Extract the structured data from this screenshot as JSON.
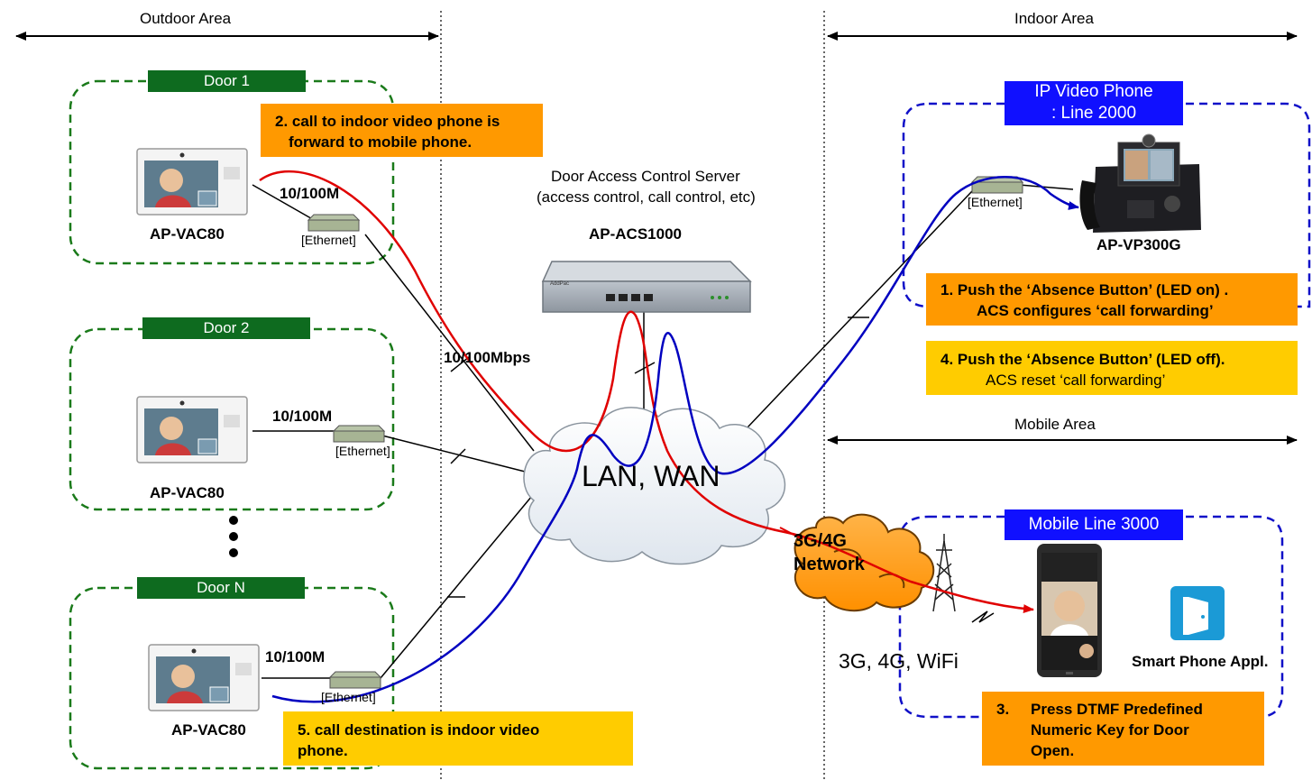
{
  "areas": {
    "outdoor": "Outdoor Area",
    "indoor": "Indoor Area",
    "mobile": "Mobile Area"
  },
  "doors": [
    {
      "label": "Door 1",
      "device": "AP-VAC80",
      "speed": "10/100M",
      "ethernet": "[Ethernet]"
    },
    {
      "label": "Door 2",
      "device": "AP-VAC80",
      "speed": "10/100M",
      "ethernet": "[Ethernet]"
    },
    {
      "label": "Door N",
      "device": "AP-VAC80",
      "speed": "10/100M",
      "ethernet": "[Ethernet]"
    }
  ],
  "network": {
    "cloud_label": "LAN, WAN",
    "uplink_speed": "10/100Mbps",
    "mobile_network": "3G/4G\nNetwork",
    "wireless_types": "3G, 4G, WiFi"
  },
  "server": {
    "title_line1": "Door Access Control Server",
    "title_line2": "(access control, call control, etc)",
    "model": "AP-ACS1000",
    "brand": "AddPac"
  },
  "indoor_phone": {
    "label_line1": "IP Video Phone",
    "label_line2": ": Line 2000",
    "model": "AP-VP300G",
    "ethernet": "[Ethernet]"
  },
  "mobile": {
    "label": "Mobile Line 3000",
    "app_label": "Smart Phone Appl."
  },
  "steps": {
    "step1_line1": "1. Push the ‘Absence Button’ (LED on) .",
    "step1_line2": "ACS configures ‘call forwarding’",
    "step2_line1": "2. call to indoor video phone is",
    "step2_line2": "forward to mobile phone.",
    "step3_num": "3.",
    "step3_line1": "Press DTMF Predefined",
    "step3_line2": "Numeric Key  for Door",
    "step3_line3": "Open.",
    "step4_line1": "4. Push the ‘Absence Button’ (LED off).",
    "step4_line2": "ACS reset ‘call forwarding’",
    "step5_line1": "5.  call destination is  indoor video",
    "step5_line2": "phone."
  },
  "colors": {
    "door_green": "#0e6b1f",
    "blue_label": "#1010ff",
    "orange_note": "#ff9900",
    "yellow_note": "#ffcc00",
    "forward_line": "#e00000",
    "destination_line": "#0000c0"
  }
}
